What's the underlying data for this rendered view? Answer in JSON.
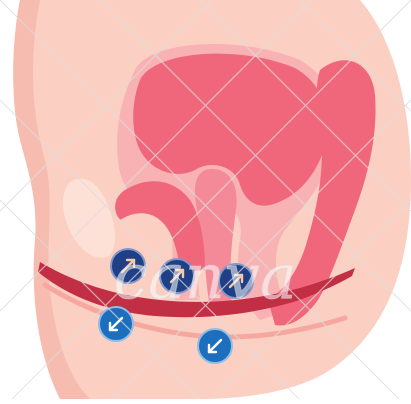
{
  "illustration": {
    "subject": "pelvic-floor-side-view",
    "colors": {
      "skin": "#fbcfc2",
      "skin_shadow": "#f6bcb0",
      "organ": "#f0667a",
      "organ_light": "#f48a98",
      "organ_outline": "#f79fa8",
      "muscle_band": "#c22f45",
      "pubic_bone": "#fde0d6",
      "arrow_up_circle": "#1f3f86",
      "arrow_down_circle": "#1d6fbe",
      "arrow_up_glyph": "#f7c9a8",
      "arrow_down_glyph": "#ffffff"
    },
    "arrows": [
      {
        "direction": "up",
        "icon": "arrow-up-right-icon"
      },
      {
        "direction": "up",
        "icon": "arrow-up-right-icon"
      },
      {
        "direction": "up",
        "icon": "arrow-up-right-icon"
      },
      {
        "direction": "down",
        "icon": "arrow-down-left-icon"
      },
      {
        "direction": "down",
        "icon": "arrow-down-left-icon"
      }
    ]
  },
  "watermark": {
    "text": "canva"
  }
}
